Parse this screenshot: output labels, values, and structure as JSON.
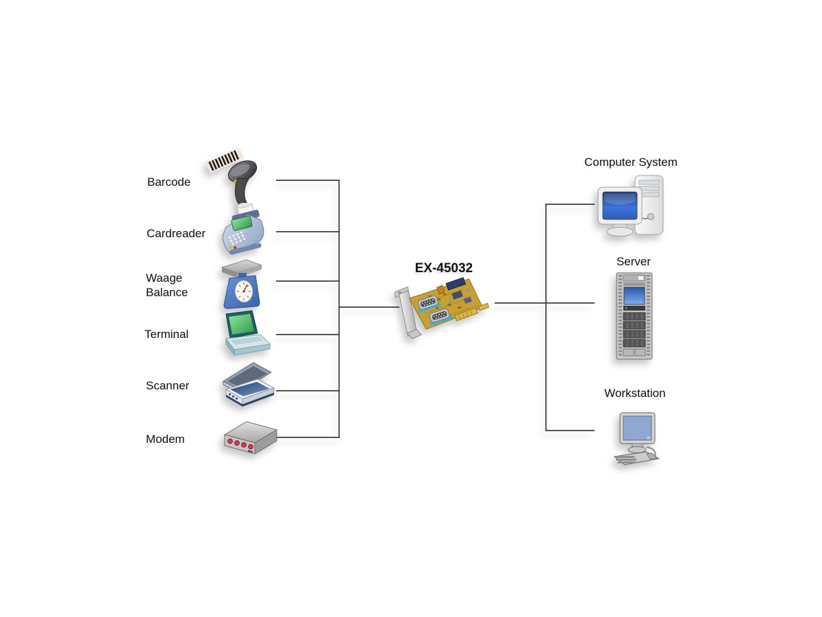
{
  "diagram": {
    "card": {
      "label": "EX-45032",
      "icon": "serial-pci-card-icon"
    },
    "left_devices": [
      {
        "label": "Barcode",
        "icon": "barcode-scanner-icon"
      },
      {
        "label": "Cardreader",
        "icon": "cardreader-icon"
      },
      {
        "label": "Waage Balance",
        "icon": "scale-icon"
      },
      {
        "label": "Terminal",
        "icon": "terminal-laptop-icon"
      },
      {
        "label": "Scanner",
        "icon": "flatbed-scanner-icon"
      },
      {
        "label": "Modem",
        "icon": "modem-icon"
      }
    ],
    "right_devices": [
      {
        "label": "Computer System",
        "icon": "desktop-computer-icon"
      },
      {
        "label": "Server",
        "icon": "server-rack-icon"
      },
      {
        "label": "Workstation",
        "icon": "workstation-icon"
      }
    ],
    "colors": {
      "background": "#ffffff",
      "line": "#3c3c3c",
      "pcb_gold": "#c69f36",
      "screen_blue": "#3d74d8",
      "screen_green": "#4fbf5f",
      "led_red": "#d8345a"
    }
  }
}
